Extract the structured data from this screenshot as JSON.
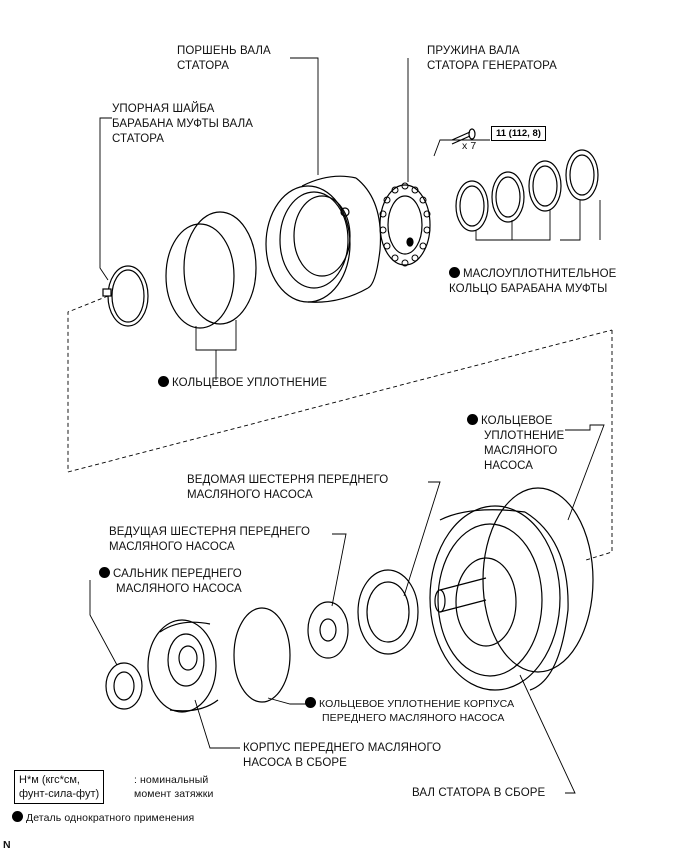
{
  "labels": {
    "stator_piston": [
      "ПОРШЕНЬ ВАЛА",
      "СТАТОРА"
    ],
    "stator_spring": [
      "ПРУЖИНА ВАЛА",
      "СТАТОРА ГЕНЕРАТОРА"
    ],
    "thrust_washer": [
      "УПОРНАЯ ШАЙБА",
      "БАРАБАНА МУФТЫ ВАЛА",
      "СТАТОРА"
    ],
    "drum_seal_ring": [
      "МАСЛОУПЛОТНИТЕЛЬНОЕ",
      "КОЛЬЦО БАРАБАНА МУФТЫ"
    ],
    "o_ring": "КОЛЬЦЕВОЕ УПЛОТНЕНИЕ",
    "pump_o_ring": [
      "КОЛЬЦЕВОЕ",
      "УПЛОТНЕНИЕ",
      "МАСЛЯНОГО",
      "НАСОСА"
    ],
    "driven_gear": [
      "ВЕДОМАЯ ШЕСТЕРНЯ ПЕРЕДНЕГО",
      "МАСЛЯНОГО НАСОСА"
    ],
    "drive_gear": [
      "ВЕДУЩАЯ ШЕСТЕРНЯ ПЕРЕДНЕГО",
      "МАСЛЯНОГО НАСОСА"
    ],
    "front_pump_oil_seal": [
      "САЛЬНИК ПЕРЕДНЕГО",
      "МАСЛЯНОГО НАСОСА"
    ],
    "pump_body_o_ring": [
      "КОЛЬЦЕВОЕ УПЛОТНЕНИЕ КОРПУСА",
      "ПЕРЕДНЕГО МАСЛЯНОГО НАСОСА"
    ],
    "pump_body_assy": [
      "КОРПУС ПЕРЕДНЕГО МАСЛЯНОГО",
      "НАСОСА В СБОРЕ"
    ],
    "stator_shaft_assy": "ВАЛ СТАТОРА В СБОРЕ"
  },
  "torque": {
    "value": "11 (112, 8)",
    "qty": "x 7"
  },
  "legend": {
    "unit_box": [
      "Н*м (кгс*см,",
      "фунт-сила-фут)"
    ],
    "unit_desc": [
      ": номинальный",
      "момент затяжки"
    ],
    "nonreusable": "Деталь однократного применения"
  },
  "corner_mark": "N"
}
